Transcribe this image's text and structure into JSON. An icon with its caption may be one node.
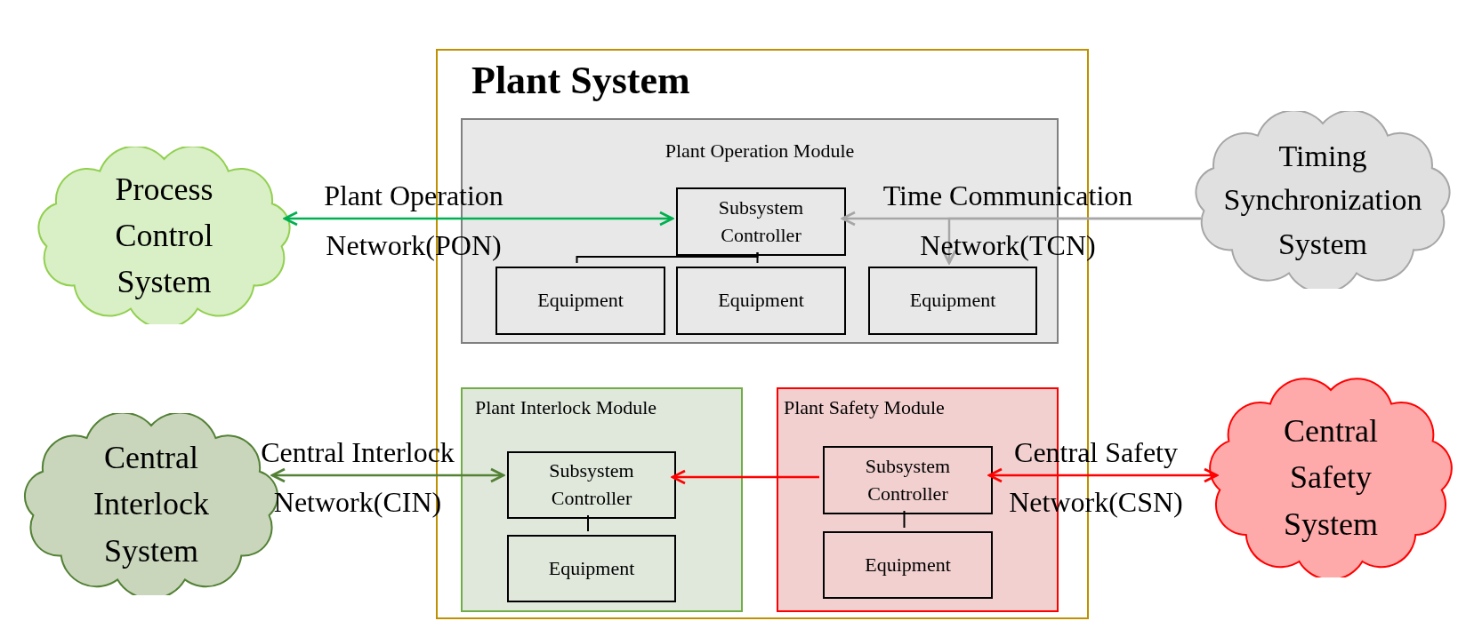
{
  "diagram": {
    "nodes": [
      {
        "text": [
          "Plant System"
        ]
      },
      {
        "text": [
          "Plant Operation Module"
        ],
        "in": 0
      },
      {
        "text": [
          "Subsystem Controller"
        ],
        "in": 1
      },
      {
        "text": [
          "Equipment"
        ],
        "in": 1
      },
      {
        "text": [
          "Equipment"
        ],
        "in": 1
      },
      {
        "text": [
          "Equipment"
        ],
        "in": 1
      },
      {
        "text": [
          "Plant Interlock Module"
        ],
        "in": 0
      },
      {
        "text": [
          "Subsystem Controller"
        ],
        "in": 6
      },
      {
        "text": [
          "Equipment"
        ],
        "in": 6
      },
      {
        "text": [
          "Plant Safety Module"
        ],
        "in": 0
      },
      {
        "text": [
          "Subsystem Controller"
        ],
        "in": 9
      },
      {
        "text": [
          "Equipment"
        ],
        "in": 9
      },
      {
        "text": [
          "Process Control System"
        ]
      },
      {
        "text": [
          "Timing Synchronization System"
        ]
      },
      {
        "text": [
          "Central Interlock System"
        ]
      },
      {
        "text": [
          "Central Safety System"
        ]
      }
    ],
    "edges": [
      {
        "from": 12,
        "to": 2,
        "arrow": "both",
        "label": "Plant Operation Network(PON)",
        "color": "#00b050"
      },
      {
        "from": 13,
        "to": 2,
        "arrow": "to",
        "label": "Time Communication Network(TCN)",
        "color": "#a6a6a6"
      },
      {
        "from": 13,
        "to": 5,
        "arrow": "to",
        "color": "#a6a6a6"
      },
      {
        "from": 2,
        "to": 3,
        "arrow": "none"
      },
      {
        "from": 2,
        "to": 4,
        "arrow": "none"
      },
      {
        "from": 14,
        "to": 7,
        "arrow": "both",
        "label": "Central Interlock Network(CIN)",
        "color": "#538135"
      },
      {
        "from": 10,
        "to": 7,
        "arrow": "to",
        "color": "#ff0000"
      },
      {
        "from": 15,
        "to": 10,
        "arrow": "both",
        "label": "Central Safety Network(CSN)",
        "color": "#ff0000"
      },
      {
        "from": 7,
        "to": 8,
        "arrow": "none"
      },
      {
        "from": 10,
        "to": 11,
        "arrow": "none"
      }
    ]
  }
}
